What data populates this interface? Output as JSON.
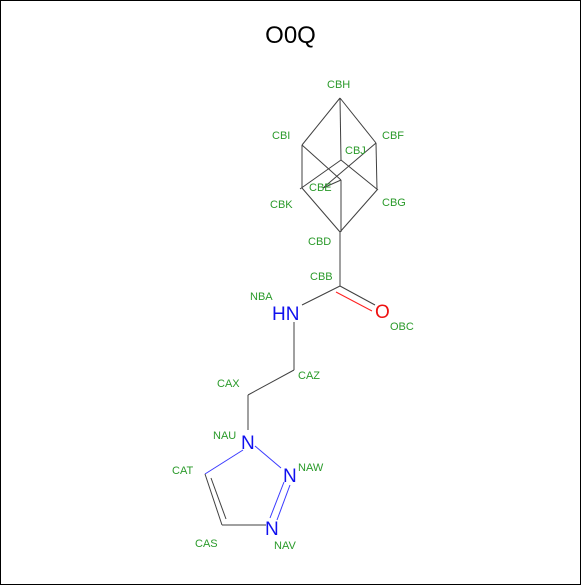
{
  "title": "O0Q",
  "atoms": {
    "hn": "HN",
    "o": "O",
    "n1": "N",
    "n2": "N",
    "n3": "N"
  },
  "labels": {
    "CBH": "CBH",
    "CBI": "CBI",
    "CBF": "CBF",
    "CBJ": "CBJ",
    "CBE": "CBE",
    "CBK": "CBK",
    "CBG": "CBG",
    "CBD": "CBD",
    "CBB": "CBB",
    "NBA": "NBA",
    "OBC": "OBC",
    "CAZ": "CAZ",
    "CAX": "CAX",
    "NAU": "NAU",
    "NAW": "NAW",
    "CAT": "CAT",
    "CAS": "CAS",
    "NAV": "NAV"
  },
  "colors": {
    "label": "#2a9a2a",
    "nitrogen": "#1010ee",
    "oxygen": "#ee1010",
    "bond": "#404040"
  }
}
